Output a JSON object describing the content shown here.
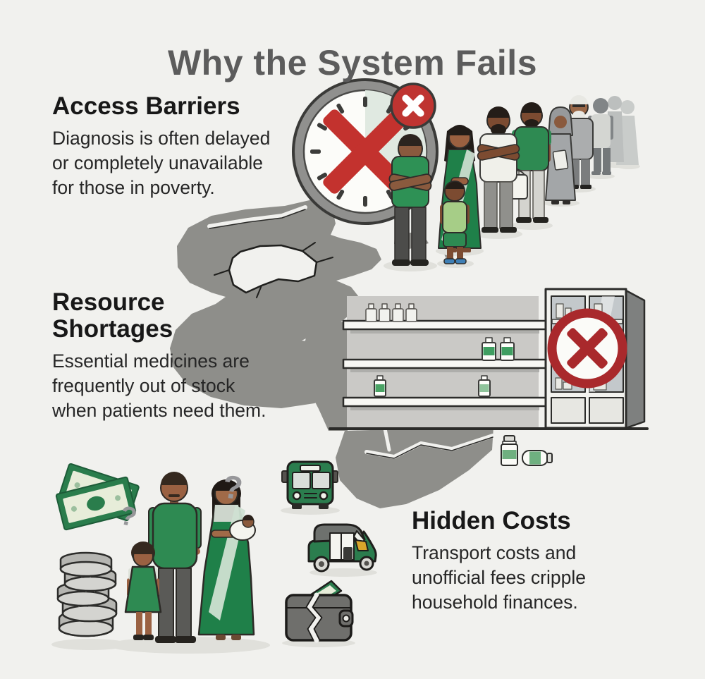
{
  "title": "Why the System Fails",
  "sections": {
    "access_barriers": {
      "heading": "Access Barriers",
      "body": "Diagnosis is often delayed\nor completely unavailable\nfor those in poverty."
    },
    "resource_shortages": {
      "heading": "Resource\nShortages",
      "body": "Essential medicines are\nfrequently out of stock\nwhen patients need them."
    },
    "hidden_costs": {
      "heading": "Hidden Costs",
      "body": "Transport costs and\nunofficial fees cripple\nhousehold finances."
    }
  },
  "icons": {
    "question_mark_1": "?",
    "question_mark_2": "?"
  },
  "colors": {
    "background": "#f1f1ee",
    "title_gray": "#5c5c5c",
    "heading_black": "#181818",
    "primary_green": "#2b7d4e",
    "alert_red": "#c3322e",
    "road_gray": "#8e8e8a"
  }
}
